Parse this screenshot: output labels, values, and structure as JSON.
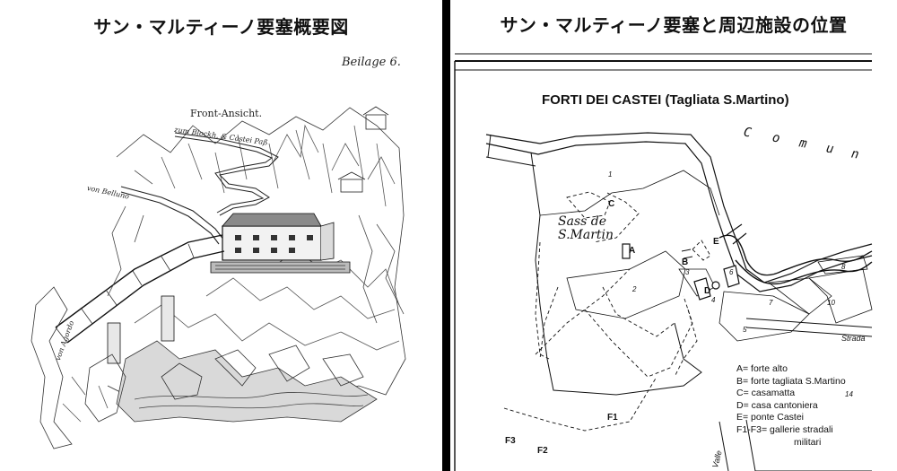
{
  "left_panel": {
    "title": "サン・マルティーノ要塞概要図",
    "plate_label": "Beilage 6.",
    "view_label": "Front-Ansicht.",
    "sketch_labels": {
      "top_road": "zum Blockh. & Castei Paß",
      "left_road": "von Belluno",
      "bottom_left": "von Agordo"
    }
  },
  "right_panel": {
    "title": "サン・マルティーノ要塞と周辺施設の位置",
    "map_title": "FORTI DEI CASTEI (Tagliata S.Martino)",
    "place_name_lines": [
      "Sass de",
      "S.Martin"
    ],
    "comune_letters": [
      "C",
      "o",
      "m",
      "u",
      "n"
    ],
    "road_label": "Strada",
    "valley_label": "Valle",
    "point_letters": {
      "a": "A",
      "b": "B",
      "c": "C",
      "d": "D",
      "e": "E"
    },
    "f_labels": {
      "f1": "F1",
      "f2": "F2",
      "f3": "F3"
    },
    "parcel_numbers": {
      "p1": "1",
      "p2": "2",
      "p3": "3",
      "p4": "4",
      "p5": "5",
      "p6": "6",
      "p7": "7",
      "p8": "8",
      "p10": "10",
      "p14": "14"
    },
    "legend": {
      "a": "A= forte alto",
      "b": "B= forte tagliata S.Martino",
      "c": "C= casamatta",
      "d": "D= casa cantoniera",
      "e": "E= ponte Castei",
      "f_line1": "F1-F3= gallerie stradali",
      "f_line2": "militari"
    }
  }
}
